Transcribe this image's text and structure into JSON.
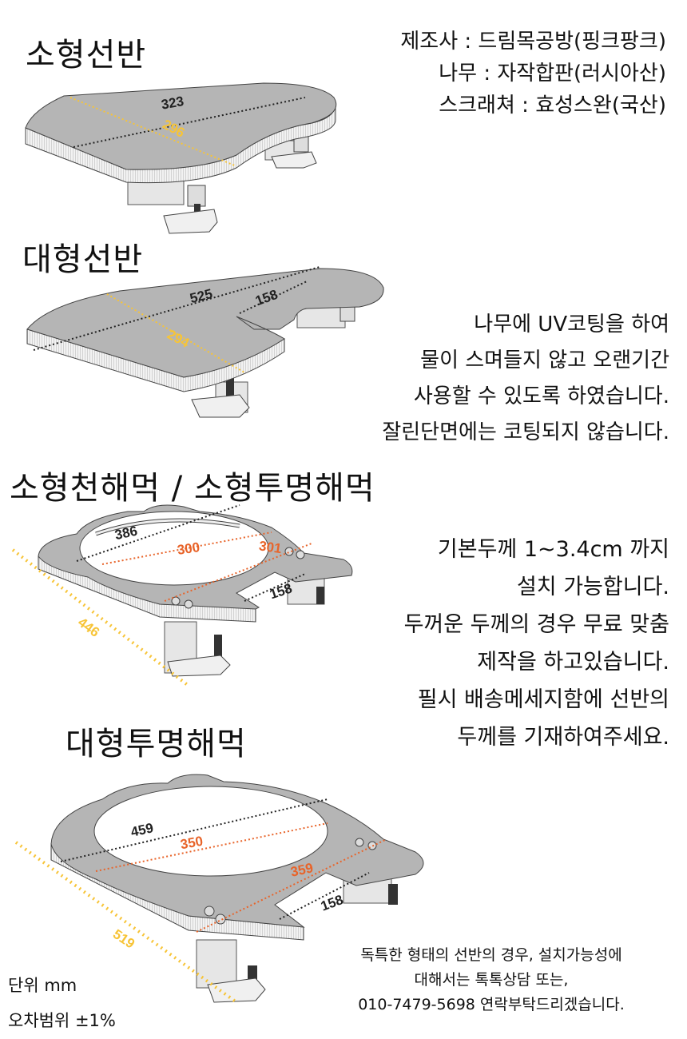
{
  "sections": {
    "small_board_title": "소형선반",
    "large_board_title": "대형선반",
    "small_ring_title": "소형천해먹 / 소형투명해먹",
    "large_ring_title": "대형투명해먹"
  },
  "info": {
    "manufacturer": "제조사 : 드림목공방(핑크팡크)",
    "wood": "나무 : 자작합판(러시아산)",
    "screw": "스크래쳐 : 효성스완(국산)"
  },
  "coating_note": [
    "나무에 UV코팅을 하여",
    "물이 스며들지 않고 오랜기간",
    "사용할 수 있도록 하였습니다.",
    "잘린단면에는 코팅되지 않습니다."
  ],
  "thickness_note": [
    "기본두께 1~3.4cm 까지",
    "설치 가능합니다.",
    "두꺼운 두께의 경우 무료 맞춤",
    "제작을 하고있습니다.",
    "필시 배송메세지함에 선반의",
    "두께를 기재하여주세요."
  ],
  "bottom_note": [
    "독특한 형태의 선반의 경우, 설치가능성에",
    "대해서는 톡톡상담 또는,",
    "010-7479-5698 연락부탁드리겠습니다."
  ],
  "units": {
    "unit": "단위 mm",
    "tolerance": "오차범위  ±1%"
  },
  "dimensions": {
    "small_board": {
      "length": "323",
      "width": "296"
    },
    "large_board": {
      "length": "525",
      "width": "294",
      "notch": "158"
    },
    "small_ring": {
      "outer": "386",
      "inner": "300",
      "cross": "301",
      "notch": "158",
      "depth": "446"
    },
    "large_ring": {
      "outer": "459",
      "inner": "350",
      "cross": "359",
      "notch": "158",
      "depth": "519"
    }
  },
  "colors": {
    "black_dim": "#222222",
    "yellow_dim": "#f7c437",
    "orange_dim": "#e8642a",
    "board_top": "#b3b3b3",
    "board_edge": "#ececec"
  }
}
